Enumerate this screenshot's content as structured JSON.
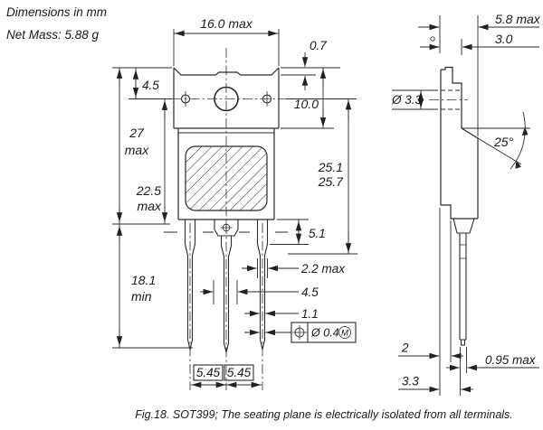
{
  "notes": {
    "dimensions": "Dimensions in mm",
    "net_mass": "Net Mass: 5.88 g"
  },
  "caption": "Fig.18.  SOT399; The seating plane is electrically isolated from all terminals.",
  "front": {
    "overall_width": "16.0 max",
    "top_step": "0.7",
    "tab_height": "10.0",
    "top_to_hole": "4.5",
    "height": "27",
    "height_qual": "max",
    "hole_to_seat": "22.5",
    "hole_to_seat_qual": "max",
    "lead_length": "18.1",
    "lead_length_qual": "min",
    "shoulder_min": "25.1",
    "shoulder_max": "25.7",
    "shoulder_len": "5.1",
    "lead_wide": "2.2 max",
    "center_width": "4.5",
    "lead_narrow": "1.1",
    "pos_tol": "Ø 0.4",
    "pos_mod": "M",
    "pitch_a": "5.45",
    "pitch_b": "5.45"
  },
  "side": {
    "depth": "5.8 max",
    "top_depth": "3.0",
    "hole_dia": "Ø 3.3",
    "angle": "25°",
    "body_back": "2",
    "lead_thick": "0.95 max",
    "lead_front": "3.3"
  }
}
